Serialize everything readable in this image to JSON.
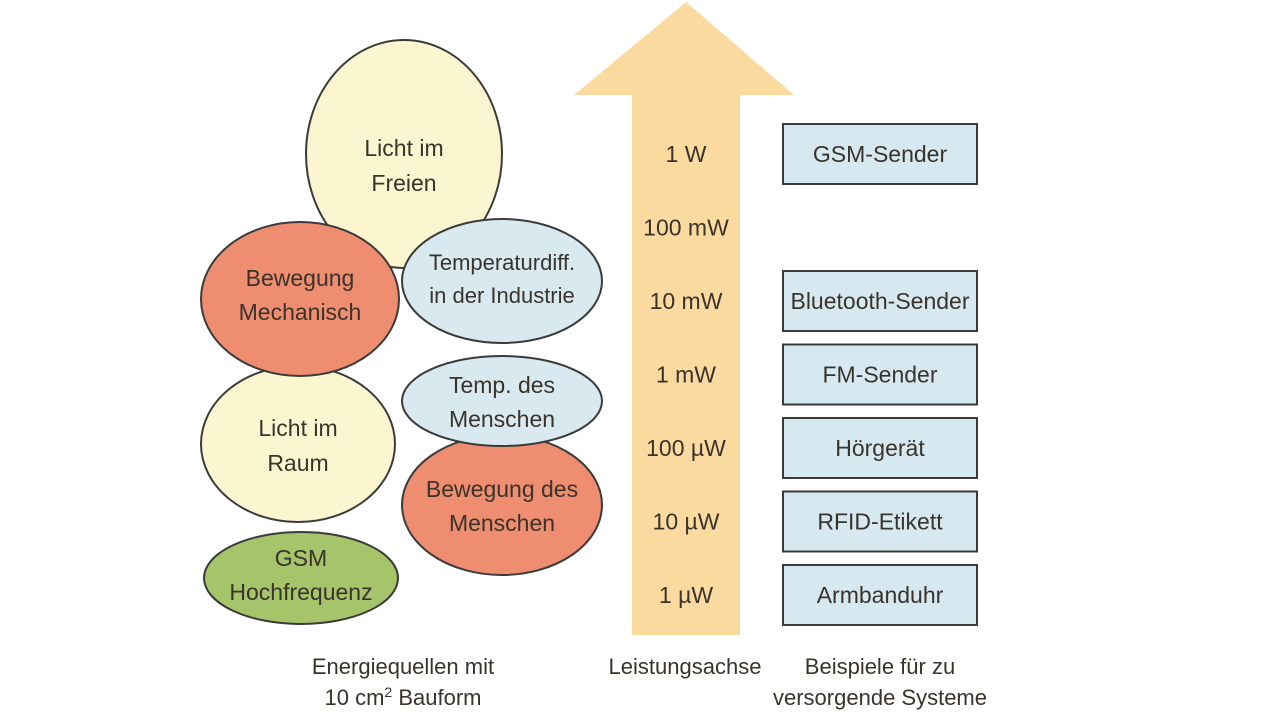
{
  "colors": {
    "sun_light": "#fcf6d0",
    "orange": "#ee8d6f",
    "light_blue": "#d8eaf0",
    "green": "#a6c46a",
    "arrow": "#fbdaa0",
    "box": "#d6e9f0",
    "outline": "#3b3b3b"
  },
  "sources": [
    {
      "id": "licht-freien",
      "lines": [
        "Licht im",
        "Freien"
      ],
      "color": "sun_light"
    },
    {
      "id": "bewegung-mechanisch",
      "lines": [
        "Bewegung",
        "Mechanisch"
      ],
      "color": "orange"
    },
    {
      "id": "temperaturdiff-industrie",
      "lines": [
        "Temperaturdiff.",
        "in der Industrie"
      ],
      "color": "light_blue"
    },
    {
      "id": "licht-raum",
      "lines": [
        "Licht im",
        "Raum"
      ],
      "color": "sun_light"
    },
    {
      "id": "temp-menschen",
      "lines": [
        "Temp. des",
        "Menschen"
      ],
      "color": "light_blue"
    },
    {
      "id": "bewegung-menschen",
      "lines": [
        "Bewegung des",
        "Menschen"
      ],
      "color": "orange"
    },
    {
      "id": "gsm-hochfrequenz",
      "lines": [
        "GSM",
        "Hochfrequenz"
      ],
      "color": "green"
    }
  ],
  "power_levels": [
    "1 W",
    "100 mW",
    "10 mW",
    "1 mW",
    "100 µW",
    "10 µW",
    "1 µW"
  ],
  "systems": [
    {
      "label": "GSM-Sender",
      "level": "1 W"
    },
    {
      "label": "Bluetooth-Sender",
      "level": "10 mW"
    },
    {
      "label": "FM-Sender",
      "level": "1 mW"
    },
    {
      "label": "Hörgerät",
      "level": "100 µW"
    },
    {
      "label": "RFID-Etikett",
      "level": "10 µW"
    },
    {
      "label": "Armbanduhr",
      "level": "1 µW"
    }
  ],
  "captions": {
    "sources_line1": "Energiequellen mit",
    "sources_line2_pre": "10 cm",
    "sources_line2_sup": "2",
    "sources_line2_post": " Bauform",
    "axis": "Leistungsachse",
    "systems_line1": "Beispiele für zu",
    "systems_line2": "versorgende Systeme"
  }
}
